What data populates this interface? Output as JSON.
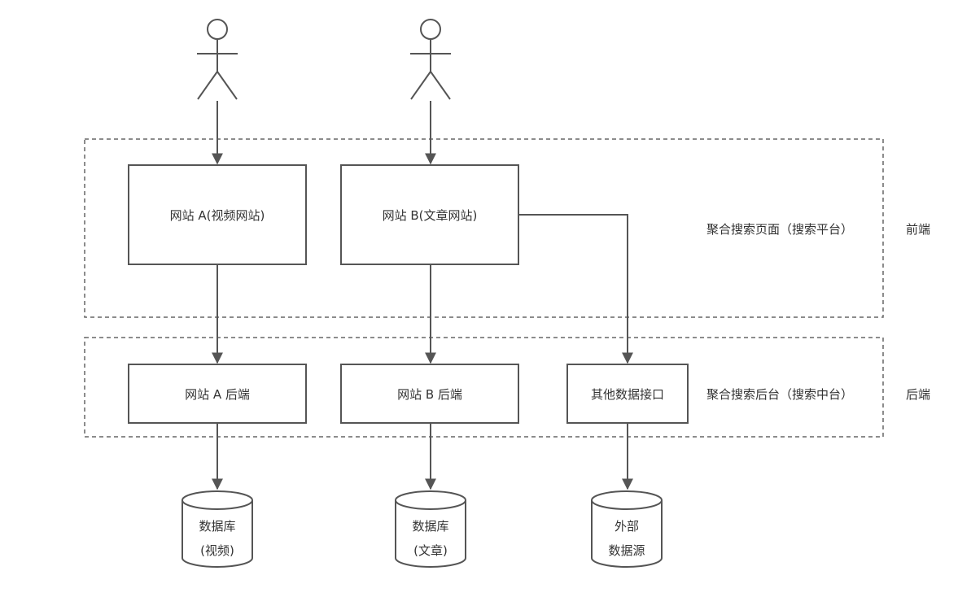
{
  "nodes": {
    "site_a": "网站 A(视频网站)",
    "site_b": "网站 B(文章网站)",
    "backend_a": "网站 A 后端",
    "backend_b": "网站 B 后端",
    "other_api": "其他数据接口"
  },
  "groups": {
    "frontend_platform": "聚合搜索页面（搜索平台）",
    "backend_platform": "聚合搜索后台（搜索中台）"
  },
  "tiers": {
    "front": "前端",
    "back": "后端"
  },
  "stores": {
    "db_video": [
      "数据库",
      "(视频)"
    ],
    "db_article": [
      "数据库",
      "(文章)"
    ],
    "external": [
      "外部",
      "数据源"
    ]
  },
  "colors": {
    "stroke": "#555555",
    "dash": "#666666",
    "text": "#333333"
  }
}
